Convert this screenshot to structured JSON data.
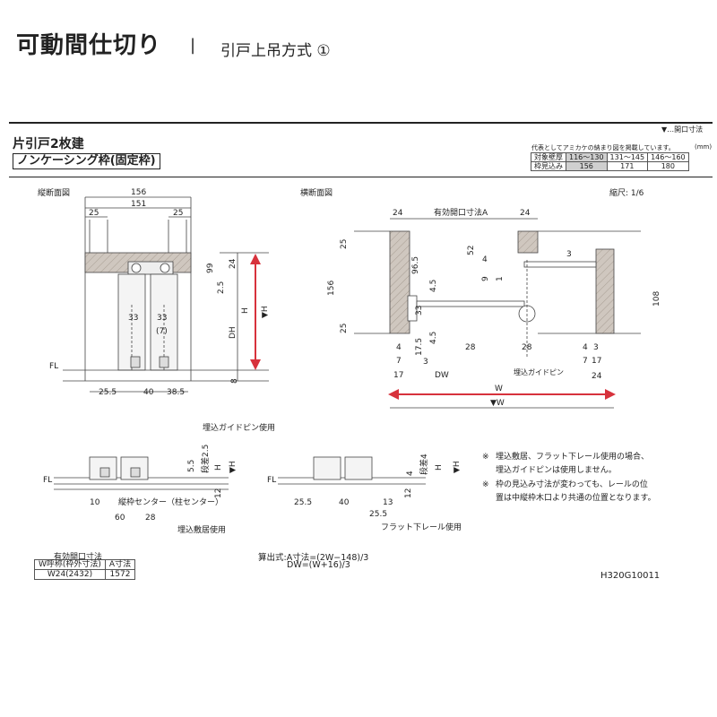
{
  "header": {
    "title": "可動間仕切り",
    "separator": "|",
    "subtitle": "引戸上吊方式 ①"
  },
  "legend_note": "▼…開口寸法",
  "door_type": "片引戸2枚建",
  "frame_type": "ノンケーシング枠(固定枠)",
  "spec_table": {
    "note": "代表としてアミカケの納まり図を掲載しています。",
    "unit": "(mm)",
    "rows": [
      {
        "label": "対象壁厚",
        "values": [
          "116〜130",
          "131〜145",
          "146〜160"
        ]
      },
      {
        "label": "枠見込み",
        "values": [
          "156",
          "171",
          "180"
        ]
      }
    ],
    "shaded_column": 0
  },
  "vertical_section": {
    "title": "縦断面図",
    "dims": {
      "d156": "156",
      "d151": "151",
      "d25a": "25",
      "d25b": "25",
      "d99": "99",
      "d24": "24",
      "d25": "2.5",
      "d33a": "33",
      "d33b": "33",
      "d7": "(7)",
      "dH": "H",
      "dDH": "DH",
      "dvH": "▼H",
      "dFL": "FL",
      "d8": "8",
      "d255": "25.5",
      "d40": "40",
      "d385": "38.5"
    }
  },
  "horizontal_section": {
    "title": "横断面図",
    "scale": "縮尺: 1/6",
    "dims": {
      "d24a": "24",
      "d24b": "24",
      "dA": "有効開口寸法A",
      "d25t": "25",
      "d156": "156",
      "d965": "96.5",
      "d45a": "4.5",
      "d33": "33",
      "d25b": "25",
      "d45b": "4.5",
      "d175": "17.5",
      "d3a": "3",
      "d4a": "4",
      "d7a": "7",
      "d17a": "17",
      "d28a": "28",
      "dDW": "DW",
      "d52": "52",
      "d4b": "4",
      "d3b": "3",
      "d9": "9",
      "d1": "1",
      "d108": "108",
      "d28b": "28",
      "d4c": "4",
      "d3c": "3",
      "d7b": "7",
      "d17b": "17",
      "d24c": "24",
      "dW": "W",
      "dvW": "▼W",
      "guide_pin": "埋込ガイドピン"
    }
  },
  "detail_left": {
    "callout": "埋込ガイドピン使用",
    "dims": {
      "d55": "5.5",
      "dstep": "段差2.5",
      "dH": "H",
      "dvH": "▼H",
      "dFL": "FL",
      "d12": "12",
      "d10": "10",
      "dcenter": "縦枠センター（柱センター）",
      "d60": "60",
      "d28": "28"
    },
    "caption": "埋込敷居使用"
  },
  "detail_right": {
    "dims": {
      "d4": "4",
      "dstep": "段差4",
      "dH": "H",
      "dvH": "▼H",
      "dFL": "FL",
      "d12": "12",
      "d255a": "25.5",
      "d40": "40",
      "d13": "13",
      "d255b": "25.5"
    },
    "caption": "フラット下レール使用"
  },
  "notes": [
    {
      "mark": "※",
      "text": "埋込敷居、フラット下レール使用の場合、"
    },
    {
      "mark": "",
      "text": "埋込ガイドピンは使用しません。"
    },
    {
      "mark": "※",
      "text": "枠の見込み寸法が変わっても、レールの位"
    },
    {
      "mark": "",
      "text": "置は中縦枠木口より共通の位置となります。"
    }
  ],
  "effective_opening": {
    "title": "有効開口寸法",
    "headers": [
      "W呼称(枠外寸法)",
      "A寸法"
    ],
    "rows": [
      [
        "W24(2432)",
        "1572"
      ]
    ]
  },
  "formulas": [
    "算出式:A寸法=(2W−148)/3",
    "DW=(W+16)/3"
  ],
  "model_code": "H320G10011",
  "colors": {
    "wood": "#c8c0b8",
    "arrow_red": "#d7323c",
    "line": "#333333"
  }
}
